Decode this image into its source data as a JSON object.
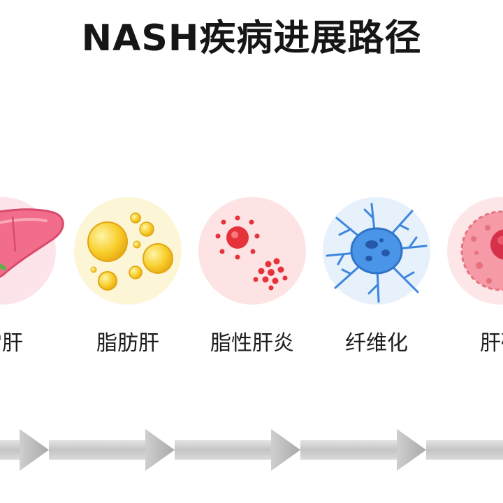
{
  "title": "NASH疾病进展路径",
  "stages": [
    {
      "label": "常肝",
      "icon": "liver-icon",
      "bg": "#fce4ea"
    },
    {
      "label": "脂肪肝",
      "icon": "fat-droplets-icon",
      "bg": "#fdf6d6"
    },
    {
      "label": "脂性肝炎",
      "icon": "inflammation-cells-icon",
      "bg": "#fde3e3"
    },
    {
      "label": "纤维化",
      "icon": "fibrosis-cell-icon",
      "bg": "#e6f1fb"
    },
    {
      "label": "肝硬",
      "icon": "cirrhosis-cell-icon",
      "bg": "#fce6e8"
    }
  ],
  "colors": {
    "liver": "#f06584",
    "fat": "#f6cc2c",
    "inflammation": "#e5323b",
    "fibrosis": "#3d86de",
    "cirrhosis": "#e34e65",
    "arrow": "#c9c9c9"
  }
}
